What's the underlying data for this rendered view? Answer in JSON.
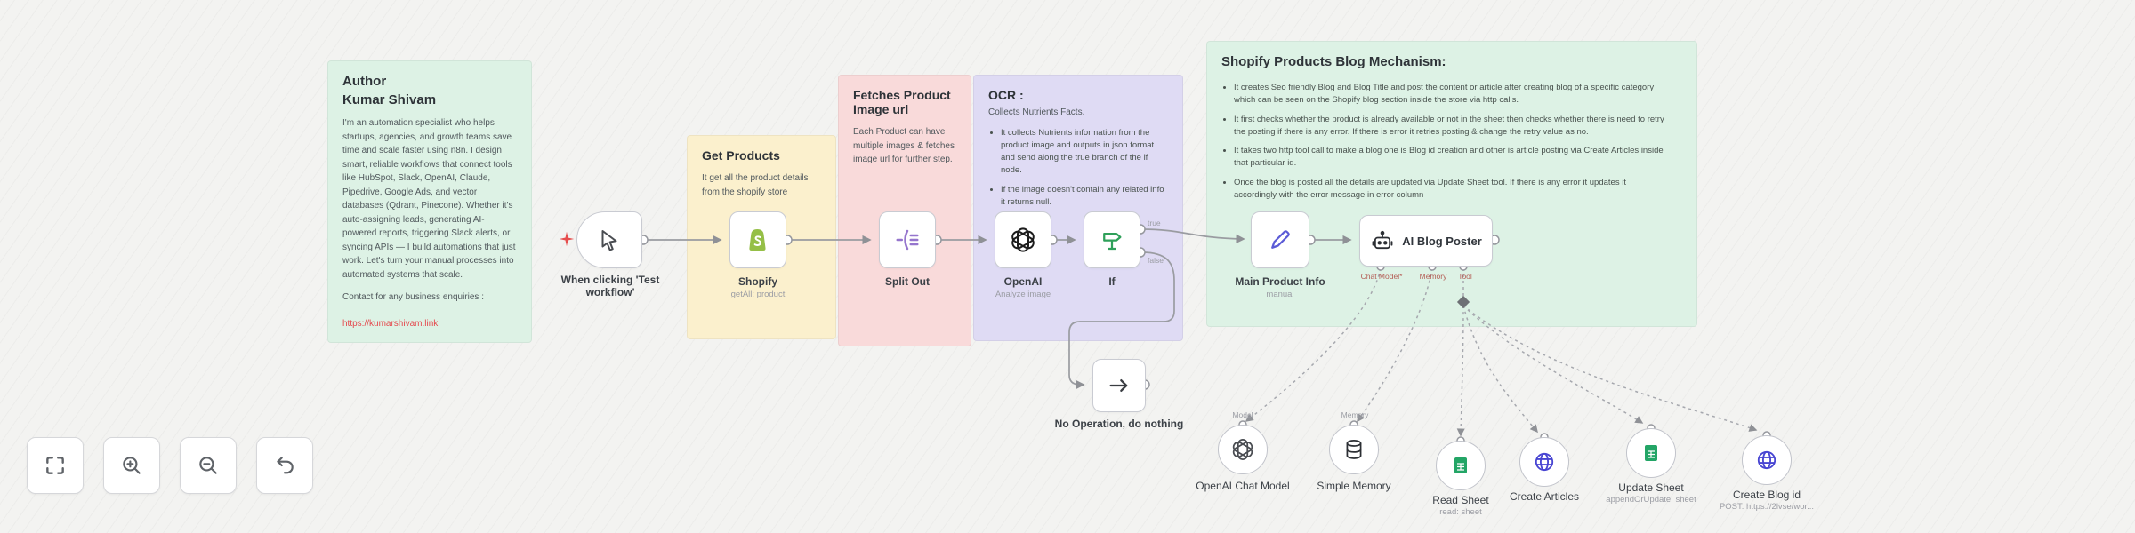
{
  "notes": {
    "author": {
      "heading": "Author",
      "name": "Kumar Shivam",
      "body": "I'm an automation specialist who helps startups, agencies, and growth teams save time and scale faster using n8n. I design smart, reliable workflows that connect tools like HubSpot, Slack, OpenAI, Claude, Pipedrive, Google Ads, and vector databases (Qdrant, Pinecone). Whether it's auto-assigning leads, generating AI-powered reports, triggering Slack alerts, or syncing APIs — I build automations that just work. Let's turn your manual processes into automated systems that scale.",
      "contact": "Contact for any business enquiries :",
      "link": "https://kumarshivam.link"
    },
    "get_products": {
      "title": "Get Products",
      "body": "It get all the product details from the shopify store"
    },
    "fetches": {
      "title": "Fetches Product Image url",
      "body": "Each Product can have multiple images & fetches image url for further step."
    },
    "ocr": {
      "title": "OCR :",
      "subtitle": "Collects Nutrients Facts.",
      "bullets": [
        "It collects Nutrients information from the product image and outputs in json format and send along the true branch of the if node.",
        "If the image doesn't contain any related info it returns null."
      ]
    },
    "blog": {
      "title": "Shopify Products Blog Mechanism:",
      "bullets": [
        "It creates Seo friendly Blog and Blog Title and post the content or article after creating blog of a specific category which can be seen on the Shopify blog section inside the store via http calls.",
        "It first checks whether the product is already available or not in the sheet then checks whether there is need to retry the posting if there is any error. If there is error it retries posting & change the retry value as no.",
        "It takes two http tool call to make a blog one is Blog id creation and other is article posting via Create Articles inside that particular id.",
        "Once the blog is posted all the details are updated via Update Sheet tool. If there is any error it updates it accordingly with the error message in error column"
      ]
    }
  },
  "nodes": {
    "trigger": {
      "label": "When clicking 'Test workflow'"
    },
    "shopify": {
      "label": "Shopify",
      "subtitle": "getAll: product"
    },
    "split_out": {
      "label": "Split Out"
    },
    "openai": {
      "label": "OpenAI",
      "subtitle": "Analyze image"
    },
    "if": {
      "label": "If",
      "true_label": "true",
      "false_label": "false"
    },
    "noop": {
      "label": "No Operation, do nothing"
    },
    "main_product_info": {
      "label": "Main Product Info",
      "subtitle": "manual"
    },
    "ai_blog_poster": {
      "label": "AI Blog Poster",
      "inputs": [
        "Chat Model*",
        "Memory",
        "Tool"
      ]
    },
    "chat_model": {
      "label": "OpenAI Chat Model",
      "port_label": "Model"
    },
    "simple_memory": {
      "label": "Simple Memory",
      "port_label": "Memory"
    },
    "read_sheet": {
      "label": "Read Sheet",
      "subtitle": "read: sheet"
    },
    "create_articles": {
      "label": "Create Articles"
    },
    "update_sheet": {
      "label": "Update Sheet",
      "subtitle": "appendOrUpdate: sheet"
    },
    "create_blog_id": {
      "label": "Create Blog id",
      "subtitle": "POST: https://2lvse/wor..."
    }
  },
  "controls": {
    "fit": "zoom-to-fit",
    "zoom_in": "zoom-in",
    "zoom_out": "zoom-out",
    "undo": "undo"
  }
}
